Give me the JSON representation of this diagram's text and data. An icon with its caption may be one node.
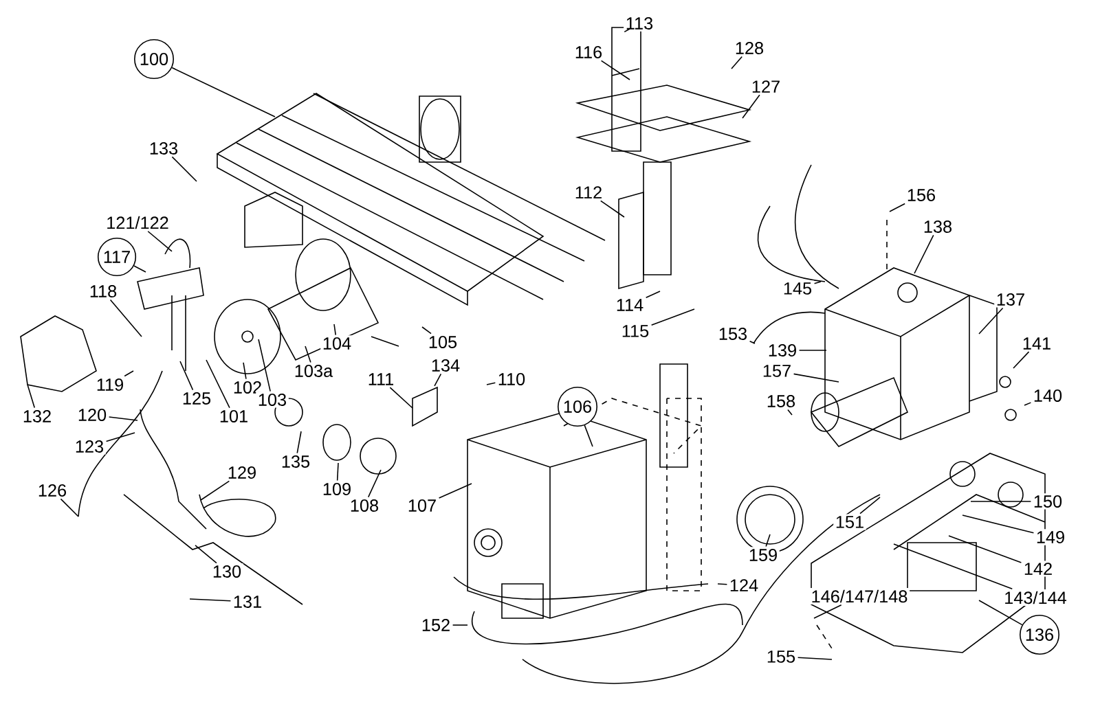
{
  "diagram": {
    "nodes": [
      {
        "text": [
          "113"
        ]
      },
      {
        "text": [
          "128"
        ]
      },
      {
        "text": [
          "116"
        ]
      },
      {
        "text": [
          "100"
        ]
      },
      {
        "text": [
          "127"
        ]
      },
      {
        "text": [
          "133"
        ]
      },
      {
        "text": [
          "156"
        ]
      },
      {
        "text": [
          "112"
        ]
      },
      {
        "text": [
          "121/122"
        ]
      },
      {
        "text": [
          "138"
        ]
      },
      {
        "text": [
          "117"
        ]
      },
      {
        "text": [
          "145"
        ]
      },
      {
        "text": [
          "118"
        ]
      },
      {
        "text": [
          "137"
        ]
      },
      {
        "text": [
          "114"
        ]
      },
      {
        "text": [
          "115"
        ]
      },
      {
        "text": [
          "153"
        ]
      },
      {
        "text": [
          "105"
        ]
      },
      {
        "text": [
          "139"
        ]
      },
      {
        "text": [
          "104"
        ]
      },
      {
        "text": [
          "141"
        ]
      },
      {
        "text": [
          "134"
        ]
      },
      {
        "text": [
          "103a"
        ]
      },
      {
        "text": [
          "157"
        ]
      },
      {
        "text": [
          "111"
        ]
      },
      {
        "text": [
          "110"
        ]
      },
      {
        "text": [
          "102"
        ]
      },
      {
        "text": [
          "119"
        ]
      },
      {
        "text": [
          "125"
        ]
      },
      {
        "text": [
          "140"
        ]
      },
      {
        "text": [
          "103"
        ]
      },
      {
        "text": [
          "158"
        ]
      },
      {
        "text": [
          "106"
        ]
      },
      {
        "text": [
          "120"
        ]
      },
      {
        "text": [
          "101"
        ]
      },
      {
        "text": [
          "132"
        ]
      },
      {
        "text": [
          "123"
        ]
      },
      {
        "text": [
          "135"
        ]
      },
      {
        "text": [
          "129"
        ]
      },
      {
        "text": [
          "109"
        ]
      },
      {
        "text": [
          "126"
        ]
      },
      {
        "text": [
          "150"
        ]
      },
      {
        "text": [
          "108"
        ]
      },
      {
        "text": [
          "107"
        ]
      },
      {
        "text": [
          "151"
        ]
      },
      {
        "text": [
          "149"
        ]
      },
      {
        "text": [
          "159"
        ]
      },
      {
        "text": [
          "142"
        ]
      },
      {
        "text": [
          "130"
        ]
      },
      {
        "text": [
          "124"
        ]
      },
      {
        "text": [
          "143/144"
        ]
      },
      {
        "text": [
          "146/147/148"
        ]
      },
      {
        "text": [
          "131"
        ]
      },
      {
        "text": [
          "152"
        ]
      },
      {
        "text": [
          "136"
        ]
      },
      {
        "text": [
          "155"
        ]
      }
    ],
    "edges": [
      {
        "from": 0,
        "to": null,
        "arrow": "none"
      },
      {
        "from": 1,
        "to": null,
        "arrow": "none"
      },
      {
        "from": 2,
        "to": null,
        "arrow": "none"
      },
      {
        "from": 3,
        "to": null,
        "arrow": "none"
      },
      {
        "from": 4,
        "to": null,
        "arrow": "none"
      },
      {
        "from": 5,
        "to": null,
        "arrow": "none"
      },
      {
        "from": 6,
        "to": null,
        "arrow": "none"
      },
      {
        "from": 7,
        "to": null,
        "arrow": "none"
      },
      {
        "from": 8,
        "to": null,
        "arrow": "none"
      },
      {
        "from": 9,
        "to": null,
        "arrow": "none"
      },
      {
        "from": 10,
        "to": null,
        "arrow": "none"
      },
      {
        "from": 11,
        "to": null,
        "arrow": "none"
      },
      {
        "from": 12,
        "to": null,
        "arrow": "none"
      },
      {
        "from": 13,
        "to": null,
        "arrow": "none"
      },
      {
        "from": 14,
        "to": null,
        "arrow": "none"
      },
      {
        "from": 15,
        "to": null,
        "arrow": "none"
      },
      {
        "from": 16,
        "to": null,
        "arrow": "none"
      },
      {
        "from": 17,
        "to": null,
        "arrow": "none"
      },
      {
        "from": 18,
        "to": null,
        "arrow": "none"
      },
      {
        "from": 19,
        "to": null,
        "arrow": "none"
      },
      {
        "from": 20,
        "to": null,
        "arrow": "none"
      },
      {
        "from": 21,
        "to": null,
        "arrow": "none"
      },
      {
        "from": 22,
        "to": null,
        "arrow": "none"
      },
      {
        "from": 23,
        "to": null,
        "arrow": "none"
      },
      {
        "from": 24,
        "to": null,
        "arrow": "none"
      },
      {
        "from": 25,
        "to": null,
        "arrow": "none"
      },
      {
        "from": 26,
        "to": null,
        "arrow": "none"
      },
      {
        "from": 27,
        "to": null,
        "arrow": "none"
      },
      {
        "from": 28,
        "to": null,
        "arrow": "none"
      },
      {
        "from": 29,
        "to": null,
        "arrow": "none"
      },
      {
        "from": 30,
        "to": null,
        "arrow": "none"
      },
      {
        "from": 31,
        "to": null,
        "arrow": "none"
      },
      {
        "from": 32,
        "to": null,
        "arrow": "none"
      },
      {
        "from": 33,
        "to": null,
        "arrow": "none"
      },
      {
        "from": 34,
        "to": null,
        "arrow": "none"
      },
      {
        "from": 35,
        "to": null,
        "arrow": "none"
      },
      {
        "from": 36,
        "to": null,
        "arrow": "none"
      },
      {
        "from": 37,
        "to": null,
        "arrow": "none"
      },
      {
        "from": 38,
        "to": null,
        "arrow": "none"
      },
      {
        "from": 39,
        "to": null,
        "arrow": "none"
      },
      {
        "from": 40,
        "to": null,
        "arrow": "none"
      },
      {
        "from": 41,
        "to": null,
        "arrow": "none"
      },
      {
        "from": 42,
        "to": null,
        "arrow": "none"
      },
      {
        "from": 43,
        "to": null,
        "arrow": "none"
      },
      {
        "from": 44,
        "to": null,
        "arrow": "none"
      },
      {
        "from": 45,
        "to": null,
        "arrow": "none"
      },
      {
        "from": 46,
        "to": null,
        "arrow": "none"
      },
      {
        "from": 47,
        "to": null,
        "arrow": "none"
      },
      {
        "from": 48,
        "to": null,
        "arrow": "none"
      },
      {
        "from": 49,
        "to": null,
        "arrow": "none"
      },
      {
        "from": 50,
        "to": null,
        "arrow": "none"
      },
      {
        "from": 51,
        "to": null,
        "arrow": "none"
      },
      {
        "from": 52,
        "to": null,
        "arrow": "none"
      },
      {
        "from": 53,
        "to": null,
        "arrow": "none"
      },
      {
        "from": 54,
        "to": null,
        "arrow": "none"
      },
      {
        "from": 55,
        "to": null,
        "arrow": "none"
      }
    ]
  }
}
